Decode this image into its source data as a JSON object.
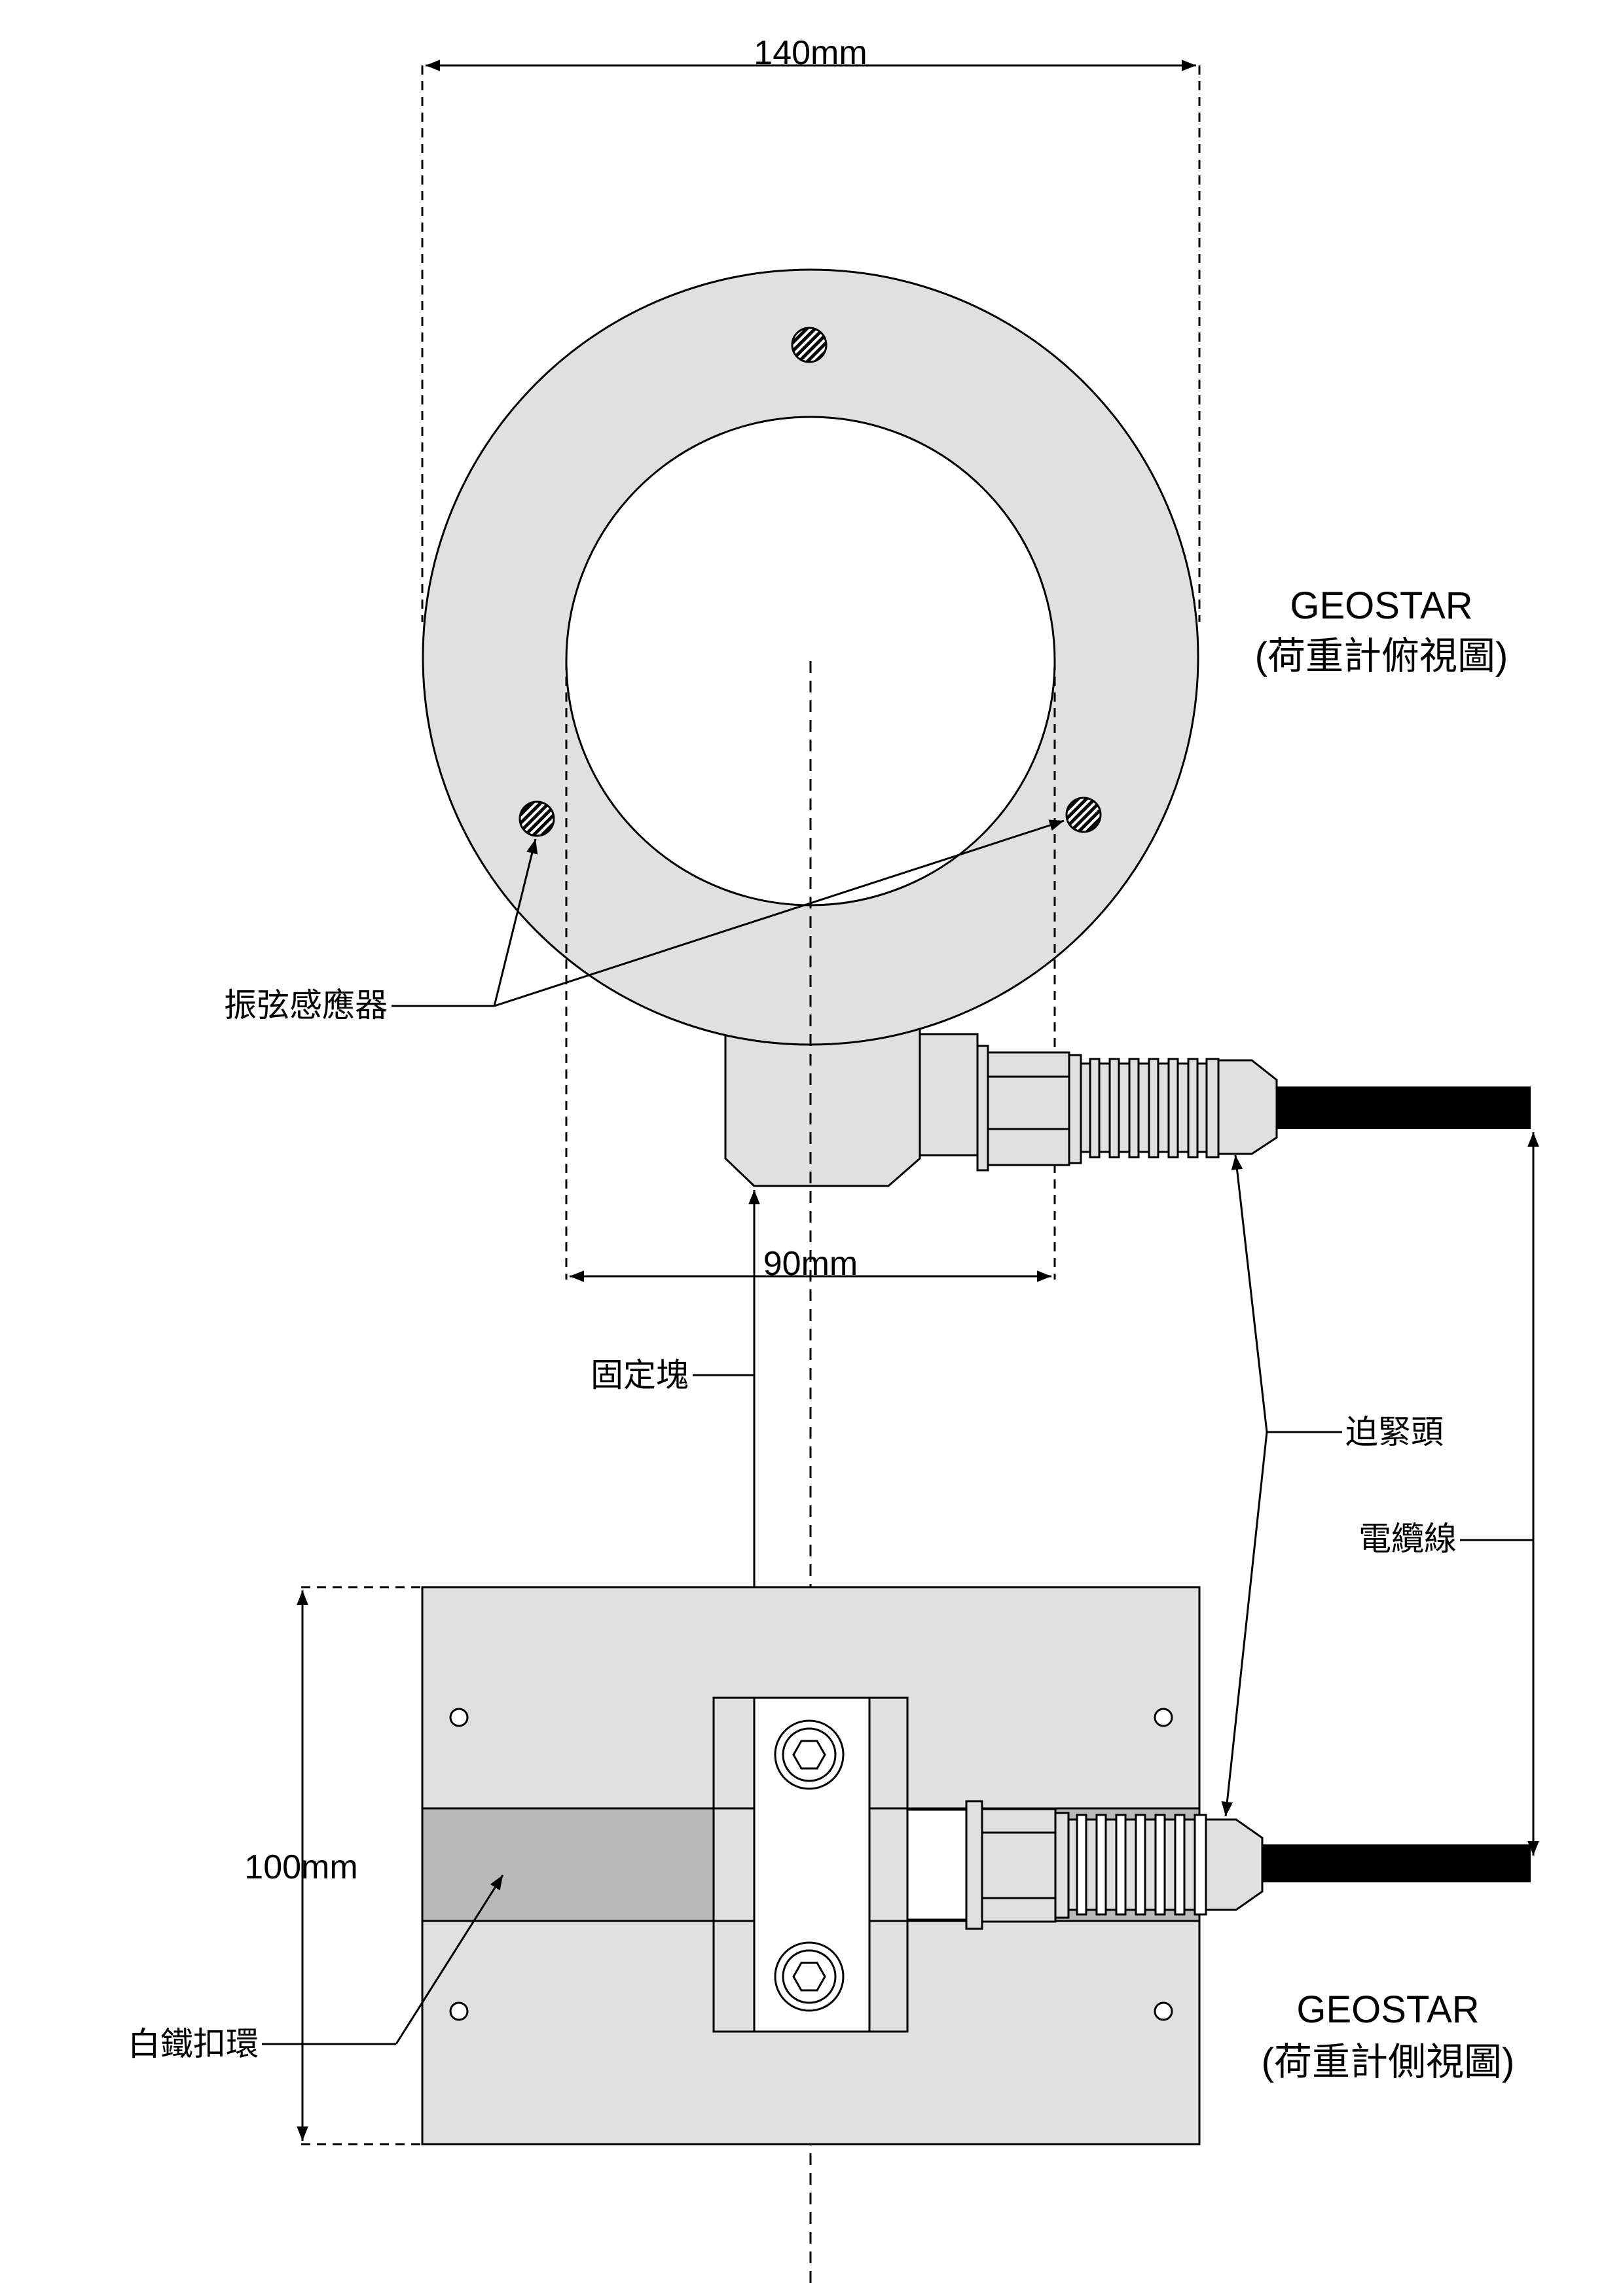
{
  "dimensions": {
    "width_top": "140mm",
    "width_inner": "90mm",
    "height_side": "100mm"
  },
  "labels": {
    "sensor": "振弦感應器",
    "fixing_block": "固定塊",
    "gland": "迫緊頭",
    "cable": "電纜線",
    "strap": "白鐵扣環"
  },
  "titles": {
    "top_view_brand": "GEOSTAR",
    "top_view_caption": "(荷重計俯視圖)",
    "side_view_brand": "GEOSTAR",
    "side_view_caption": "(荷重計側視圖)"
  },
  "colors": {
    "body": "#e0e0e0",
    "strap": "#b9b9b9",
    "line": "#000000",
    "cable": "#000000"
  }
}
